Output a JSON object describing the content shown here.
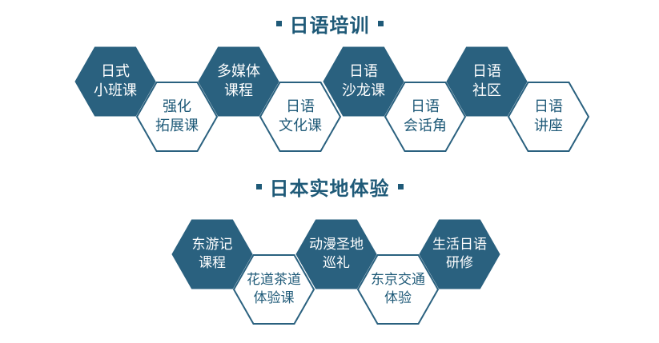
{
  "section1": {
    "title": "日语培训",
    "items": [
      {
        "label": "日式\n小班课",
        "style": "filled"
      },
      {
        "label": "强化\n拓展课",
        "style": "outline"
      },
      {
        "label": "多媒体\n课程",
        "style": "filled"
      },
      {
        "label": "日语\n文化课",
        "style": "outline"
      },
      {
        "label": "日语\n沙龙课",
        "style": "filled"
      },
      {
        "label": "日语\n会话角",
        "style": "outline"
      },
      {
        "label": "日语\n社区",
        "style": "filled"
      },
      {
        "label": "日语\n讲座",
        "style": "outline"
      }
    ]
  },
  "section2": {
    "title": "日本实地体验",
    "items": [
      {
        "label": "东游记\n课程",
        "style": "filled"
      },
      {
        "label": "花道茶道\n体验课",
        "style": "outline"
      },
      {
        "label": "动漫圣地\n巡礼",
        "style": "filled"
      },
      {
        "label": "东京交通\n体验",
        "style": "outline"
      },
      {
        "label": "生活日语\n研修",
        "style": "filled"
      }
    ]
  },
  "colors": {
    "primary": "#2a617f",
    "outline_stroke": "#2a617f",
    "title": "#1f5a78",
    "background": "#ffffff"
  }
}
